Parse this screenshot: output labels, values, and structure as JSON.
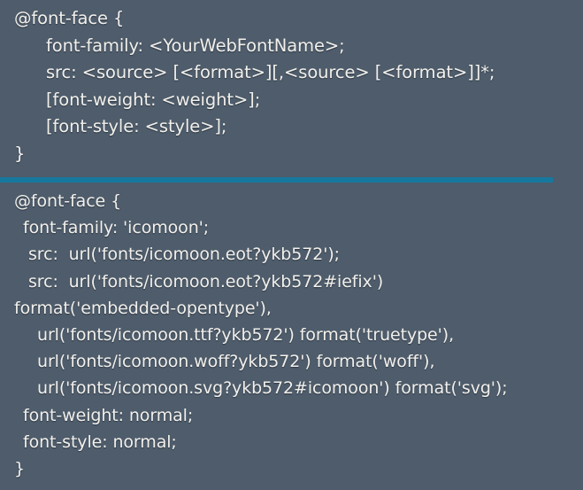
{
  "page": {
    "background_color": "#4e5c6b",
    "text_color": "#f2f0ec",
    "divider_color": "#17789f"
  },
  "blocks": [
    {
      "id": "font-face-syntax",
      "title": "@font-face generic syntax",
      "lines": [
        "@font-face {",
        "font-family: <YourWebFontName>;",
        "src: <source> [<format>][,<source> [<format>]]*;",
        "[font-weight: <weight>];",
        "[font-style: <style>];",
        "}"
      ]
    },
    {
      "id": "font-face-icomoon-example",
      "title": "@font-face icomoon example",
      "lines": [
        "@font-face {",
        "font-family: 'icomoon';",
        "src:  url('fonts/icomoon.eot?ykb572');",
        "src:  url('fonts/icomoon.eot?ykb572#iefix')",
        "format('embedded-opentype'),",
        "url('fonts/icomoon.ttf?ykb572') format('truetype'),",
        "url('fonts/icomoon.woff?ykb572') format('woff'),",
        "url('fonts/icomoon.svg?ykb572#icomoon') format('svg');",
        "font-weight: normal;",
        "font-style: normal;",
        "}"
      ]
    }
  ]
}
